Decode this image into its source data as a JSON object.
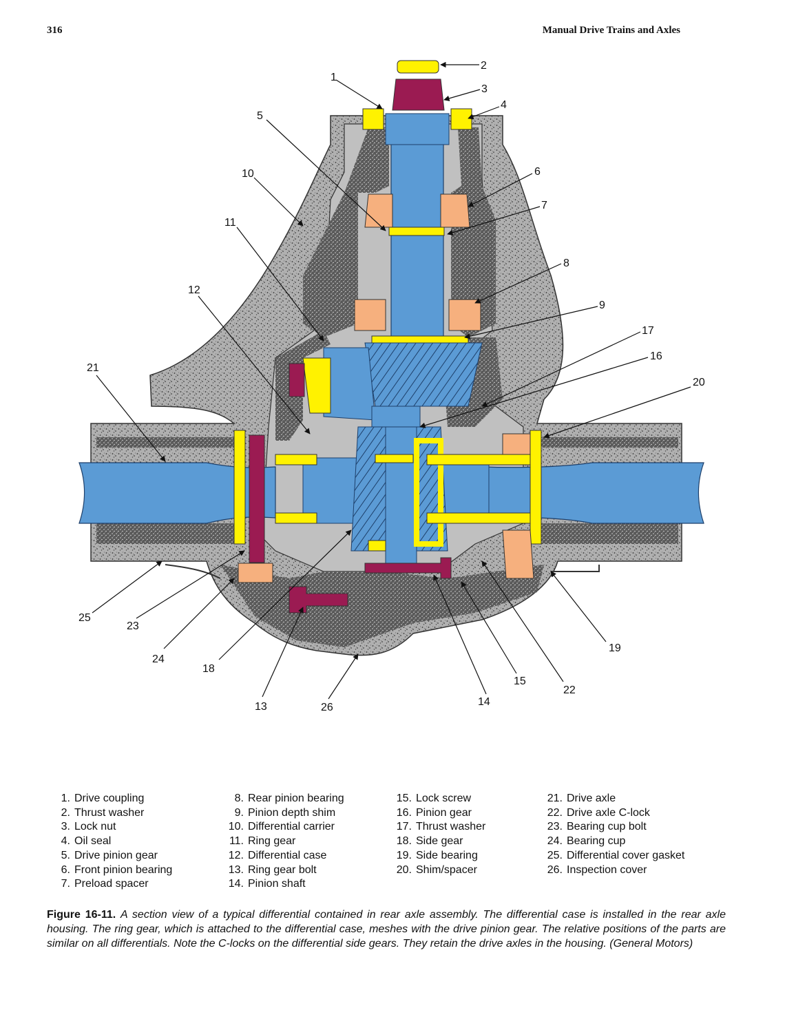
{
  "header": {
    "page_number": "316",
    "running_title": "Manual Drive Trains and Axles"
  },
  "figure": {
    "callouts": [
      "1",
      "2",
      "3",
      "4",
      "5",
      "6",
      "7",
      "8",
      "9",
      "10",
      "11",
      "12",
      "13",
      "14",
      "15",
      "16",
      "17",
      "18",
      "19",
      "20",
      "21",
      "22",
      "23",
      "24",
      "25",
      "26"
    ],
    "colors": {
      "housing": "#b8b8b8",
      "speckle": "#444444",
      "shaft": "#5b9bd5",
      "washer": "#fff200",
      "bearing": "#f6b07e",
      "bolt": "#9b1b52"
    }
  },
  "legend": {
    "columns": [
      [
        {
          "num": "1.",
          "label": "Drive coupling"
        },
        {
          "num": "2.",
          "label": "Thrust washer"
        },
        {
          "num": "3.",
          "label": "Lock nut"
        },
        {
          "num": "4.",
          "label": "Oil seal"
        },
        {
          "num": "5.",
          "label": "Drive pinion gear"
        },
        {
          "num": "6.",
          "label": "Front pinion bearing"
        },
        {
          "num": "7.",
          "label": "Preload spacer"
        }
      ],
      [
        {
          "num": "8.",
          "label": "Rear pinion bearing"
        },
        {
          "num": "9.",
          "label": "Pinion depth shim"
        },
        {
          "num": "10.",
          "label": "Differential carrier"
        },
        {
          "num": "11.",
          "label": "Ring gear"
        },
        {
          "num": "12.",
          "label": "Differential case"
        },
        {
          "num": "13.",
          "label": "Ring gear bolt"
        },
        {
          "num": "14.",
          "label": "Pinion shaft"
        }
      ],
      [
        {
          "num": "15.",
          "label": "Lock screw"
        },
        {
          "num": "16.",
          "label": "Pinion gear"
        },
        {
          "num": "17.",
          "label": "Thrust washer"
        },
        {
          "num": "18.",
          "label": "Side gear"
        },
        {
          "num": "19.",
          "label": "Side bearing"
        },
        {
          "num": "20.",
          "label": "Shim/spacer"
        }
      ],
      [
        {
          "num": "21.",
          "label": "Drive axle"
        },
        {
          "num": "22.",
          "label": "Drive axle C-lock"
        },
        {
          "num": "23.",
          "label": "Bearing cup bolt"
        },
        {
          "num": "24.",
          "label": "Bearing cup"
        },
        {
          "num": "25.",
          "label": "Differential cover gasket"
        },
        {
          "num": "26.",
          "label": "Inspection cover"
        }
      ]
    ]
  },
  "caption": {
    "label": "Figure 16-11.",
    "text": "A section view of a typical differential contained in rear axle assembly. The differential case is installed in the rear axle housing. The ring gear, which is attached to the differential case, meshes with the drive pinion gear. The relative positions of the parts are similar on all differentials. Note the C-locks on the differential side gears. They retain the drive axles in the housing. (General Motors)"
  }
}
